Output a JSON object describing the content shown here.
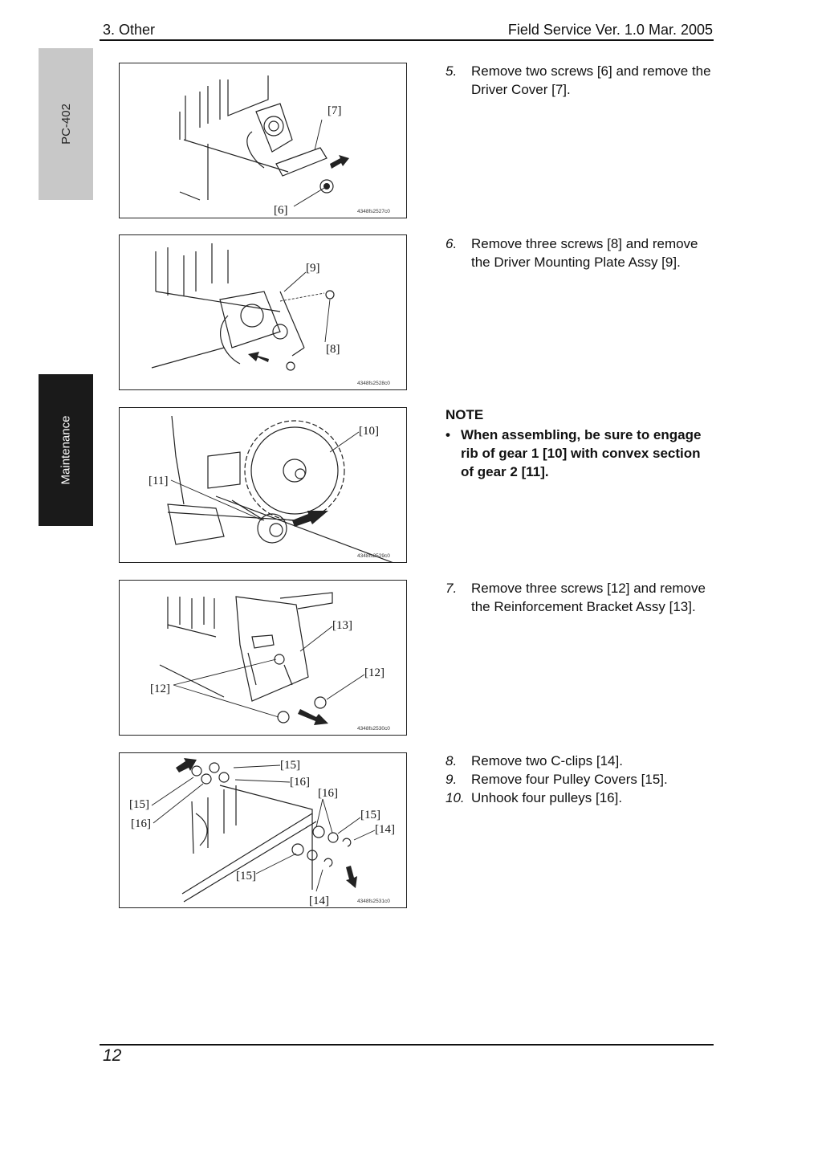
{
  "header": {
    "section": "3. Other",
    "manual": "Field Service Ver. 1.0 Mar. 2005"
  },
  "side_tabs": {
    "model": "PC-402",
    "chapter": "Maintenance"
  },
  "figures": [
    {
      "labels": [
        "[7]",
        "[6]"
      ],
      "code": "4348fs2527c0"
    },
    {
      "labels": [
        "[9]",
        "[8]"
      ],
      "code": "4348fs2528c0"
    },
    {
      "labels": [
        "[10]",
        "[11]"
      ],
      "code": "4348fs2529c0"
    },
    {
      "labels": [
        "[13]",
        "[12]",
        "[12]"
      ],
      "code": "4348fs2530c0"
    },
    {
      "labels": [
        "[15]",
        "[16]",
        "[16]",
        "[15]",
        "[16]",
        "[15]",
        "[14]",
        "[15]",
        "[14]"
      ],
      "code": "4348fs2531c0"
    }
  ],
  "steps": [
    {
      "num": "5.",
      "text": "Remove two screws [6] and remove the Driver Cover [7]."
    },
    {
      "num": "6.",
      "text": "Remove three screws [8] and remove the Driver Mounting Plate Assy [9]."
    },
    {
      "num": "7.",
      "text": "Remove three screws [12] and remove the Reinforcement Bracket Assy [13]."
    },
    {
      "num": "8.",
      "text": "Remove two C-clips [14]."
    },
    {
      "num": "9.",
      "text": "Remove four Pulley Covers [15]."
    },
    {
      "num": "10.",
      "text": "Unhook four pulleys [16]."
    }
  ],
  "note": {
    "title": "NOTE",
    "bullet": "•",
    "text": "When assembling, be sure to engage rib of gear 1 [10] with convex section of gear 2 [11]."
  },
  "footer": {
    "page": "12"
  }
}
